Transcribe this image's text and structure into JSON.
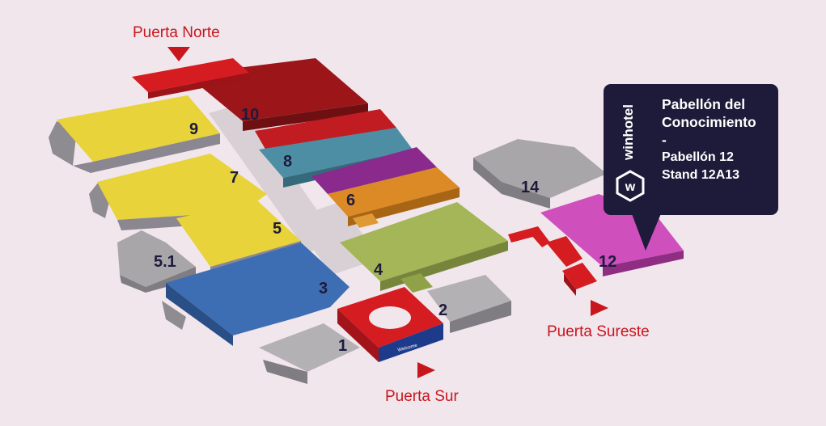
{
  "gates": {
    "north": "Puerta Norte",
    "south": "Puerta Sur",
    "southeast": "Puerta Sureste"
  },
  "pavilions": {
    "p1": "1",
    "p2": "2",
    "p3": "3",
    "p4": "4",
    "p5": "5",
    "p5_1": "5.1",
    "p6": "6",
    "p7": "7",
    "p8": "8",
    "p9": "9",
    "p10": "10",
    "p12": "12",
    "p14": "14"
  },
  "entrance_sign": "Welcome",
  "callout": {
    "brand": "winhotel",
    "logo_letter": "w",
    "line1": "Pabellón del",
    "line2": "Conocimiento",
    "separator": "-",
    "line3": "Pabellón 12",
    "line4": "Stand 12A13"
  },
  "colors": {
    "background": "#f1e6ec",
    "gate_red": "#c8161d",
    "yellow": "#e8d33a",
    "blue": "#3d6db3",
    "green": "#a4b657",
    "dark_red": "#9b1519",
    "teal": "#4e8ea4",
    "purple": "#8a2a8c",
    "orange": "#dc8a25",
    "magenta": "#cf4fbd",
    "grey": "#a9a6aa",
    "callout_bg": "#1e1b3a"
  }
}
